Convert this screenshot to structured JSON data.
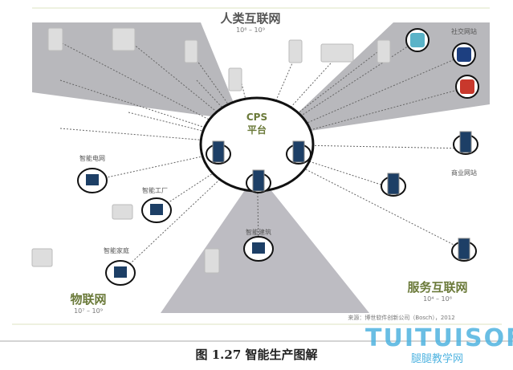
{
  "cps": {
    "line1": "CPS",
    "line2": "平台"
  },
  "groups": {
    "human": {
      "title": "人类互联网",
      "range": "10⁸ – 10⁹"
    },
    "things": {
      "title": "物联网",
      "range": "10⁷ – 10⁹"
    },
    "services": {
      "title": "服务互联网",
      "range": "10⁴ – 10⁶"
    }
  },
  "nodes": {
    "social": "社交网站",
    "grid": "智能电网",
    "factory": "智能工厂",
    "home": "智能家庭",
    "building": "智能建筑",
    "business": "商业网站"
  },
  "source": "来源：博世软件创新公司（Bosch），2012",
  "caption": "图 1.27  智能生产图解",
  "watermark": {
    "brand": "TUITUISOFT",
    "sub": "腿腿教学网"
  },
  "colors": {
    "node": "#1d3f66",
    "panel": "#b8b8bc",
    "accent": "#6b7a3a"
  }
}
